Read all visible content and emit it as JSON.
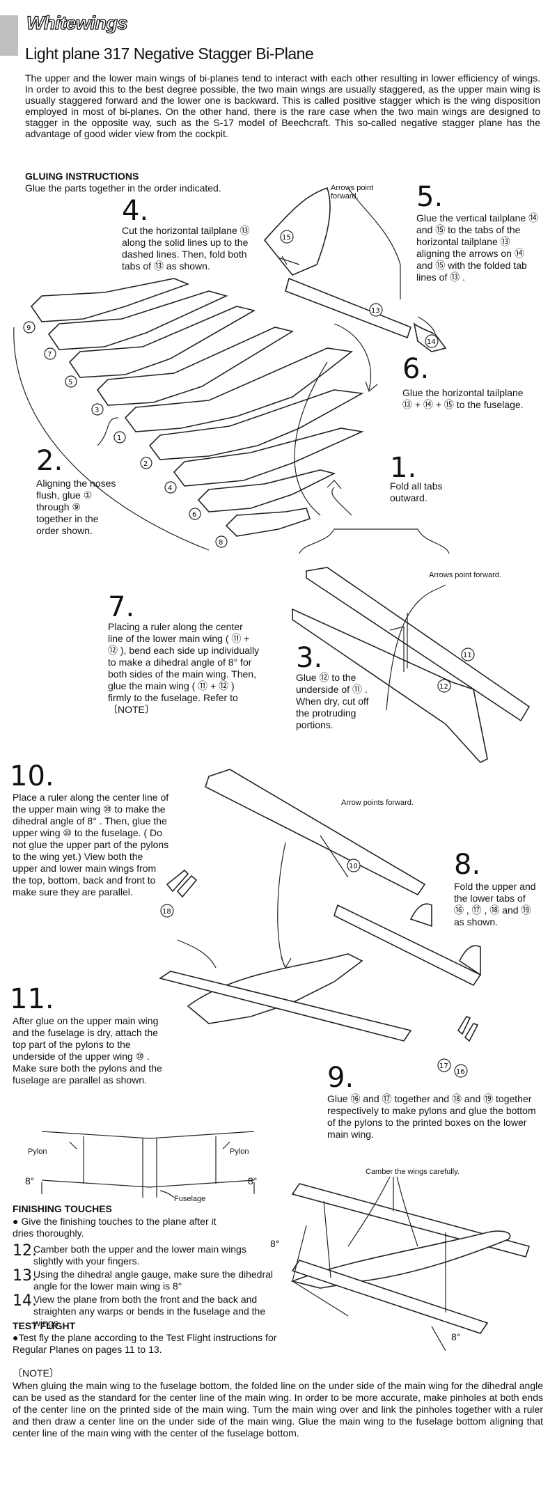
{
  "header": {
    "brand": "Whitewings",
    "title": "Light plane 317 Negative Stagger Bi-Plane",
    "intro": "The upper and the lower main wings of bi-planes tend to interact with each other resulting in lower efficiency of wings. In order to avoid this to the best degree possible, the two main wings are usually staggered, as the upper main wing is usually staggered forward and the lower one is backward. This is called positive stagger which is the wing disposition employed in most of bi-planes. On the other hand, there is the rare case when the two main wings are designed to stagger in the opposite way, such as the S-17 model of Beechcraft. This so-called negative stagger plane has the advantage of good wider view from the cockpit."
  },
  "gluing": {
    "heading": "GLUING INSTRUCTIONS",
    "subtitle": "Glue the parts together in the order indicated."
  },
  "steps": {
    "s1": {
      "num": "1.",
      "text": "Fold all tabs outward."
    },
    "s2": {
      "num": "2.",
      "text": "Aligning the noses flush, glue ① through ⑨ together in the order shown."
    },
    "s3": {
      "num": "3.",
      "text": "Glue ⑫ to the underside of ⑪ . When dry, cut off the protruding portions."
    },
    "s4": {
      "num": "4.",
      "text": "Cut the horizontal tailplane ⑬ along the solid lines up to the dashed lines. Then, fold both tabs of ⑬ as shown."
    },
    "s5": {
      "num": "5.",
      "text": "Glue the vertical tailplane ⑭ and ⑮ to the tabs of the horizontal tailplane ⑬ aligning the arrows on ⑭ and ⑮ with the folded tab lines of ⑬ ."
    },
    "s6": {
      "num": "6.",
      "text": "Glue the horizontal tailplane ⑬ + ⑭ + ⑮ to the fuselage."
    },
    "s7": {
      "num": "7.",
      "text": "Placing a ruler along the center line of the lower main wing ( ⑪ + ⑫ ), bend each side up individually to make a dihedral angle of 8° for both sides of the main wing. Then, glue the main wing ( ⑪ + ⑫ ) firmly to the fuselage. Refer to 〔NOTE〕"
    },
    "s8": {
      "num": "8.",
      "text": "Fold the upper and the lower tabs of ⑯ , ⑰ , ⑱ and ⑲ as shown."
    },
    "s9": {
      "num": "9.",
      "text": "Glue ⑯ and ⑰ together and ⑱ and ⑲ together respectively to make pylons and glue the bottom of the pylons to the printed boxes on the lower main wing."
    },
    "s10": {
      "num": "10.",
      "text": "Place a ruler along the center line of the upper main wing ⑩ to make the dihedral angle of 8° . Then, glue the upper wing ⑩ to the fuselage. ( Do not glue the upper part of the pylons to the wing yet.) View both the upper and lower main wings from the top, bottom, back and front to make sure they are parallel."
    },
    "s11": {
      "num": "11.",
      "text": "After glue on the upper main wing and the fuselage is dry, attach the top part of the pylons to the underside of the upper wing ⑩ . Make sure both the pylons and the fuselage are parallel as shown."
    }
  },
  "callouts": {
    "arrows_forward_1": "Arrows point forward.",
    "arrows_forward_2": "Arrows point forward.",
    "arrow_forward": "Arrow points forward.",
    "camber": "Camber the wings carefully.",
    "pylon_left": "Pylon",
    "pylon_right": "Pylon",
    "fuselage": "Fuselage",
    "angle_left": "8°",
    "angle_right": "8°",
    "angle_plane_top": "8°",
    "angle_plane_bottom": "8°"
  },
  "parts": [
    "①",
    "②",
    "③",
    "④",
    "⑤",
    "⑥",
    "⑦",
    "⑧",
    "⑨",
    "⑩",
    "⑪",
    "⑫",
    "⑬",
    "⑭",
    "⑮",
    "⑯",
    "⑰",
    "⑱",
    "⑲"
  ],
  "finishing": {
    "heading": "FINISHING TOUCHES",
    "bullet": "● Give the finishing touches to the plane after it dries thoroughly.",
    "items": [
      {
        "num": "12.",
        "text": "Camber both the upper and the lower main wings slightly with your fingers."
      },
      {
        "num": "13.",
        "text": "Using the dihedral angle gauge, make sure the dihedral angle for the lower main wing is 8°"
      },
      {
        "num": "14.",
        "text": "View the plane from both the front and the back and straighten any warps or bends in the fuselage and the wings."
      }
    ]
  },
  "test_flight": {
    "heading": "TEST FLIGHT",
    "text": "●Test fly the plane according to the Test Flight instructions for Regular Planes on pages 11 to 13."
  },
  "note": {
    "heading": "〔NOTE〕",
    "text": "When gluing the main wing to the fuselage bottom, the folded line on the under side of the main wing for the dihedral angle can be used as the standard for the center line of the main wing. In order to be more accurate, make pinholes at both ends of the center line on the printed side of the main wing. Turn the main wing over and link the pinholes together with a ruler and then draw a center line on the under side of the main wing. Glue the main wing to the fuselage bottom aligning that center line of the main wing with the center of the fuselage bottom."
  }
}
